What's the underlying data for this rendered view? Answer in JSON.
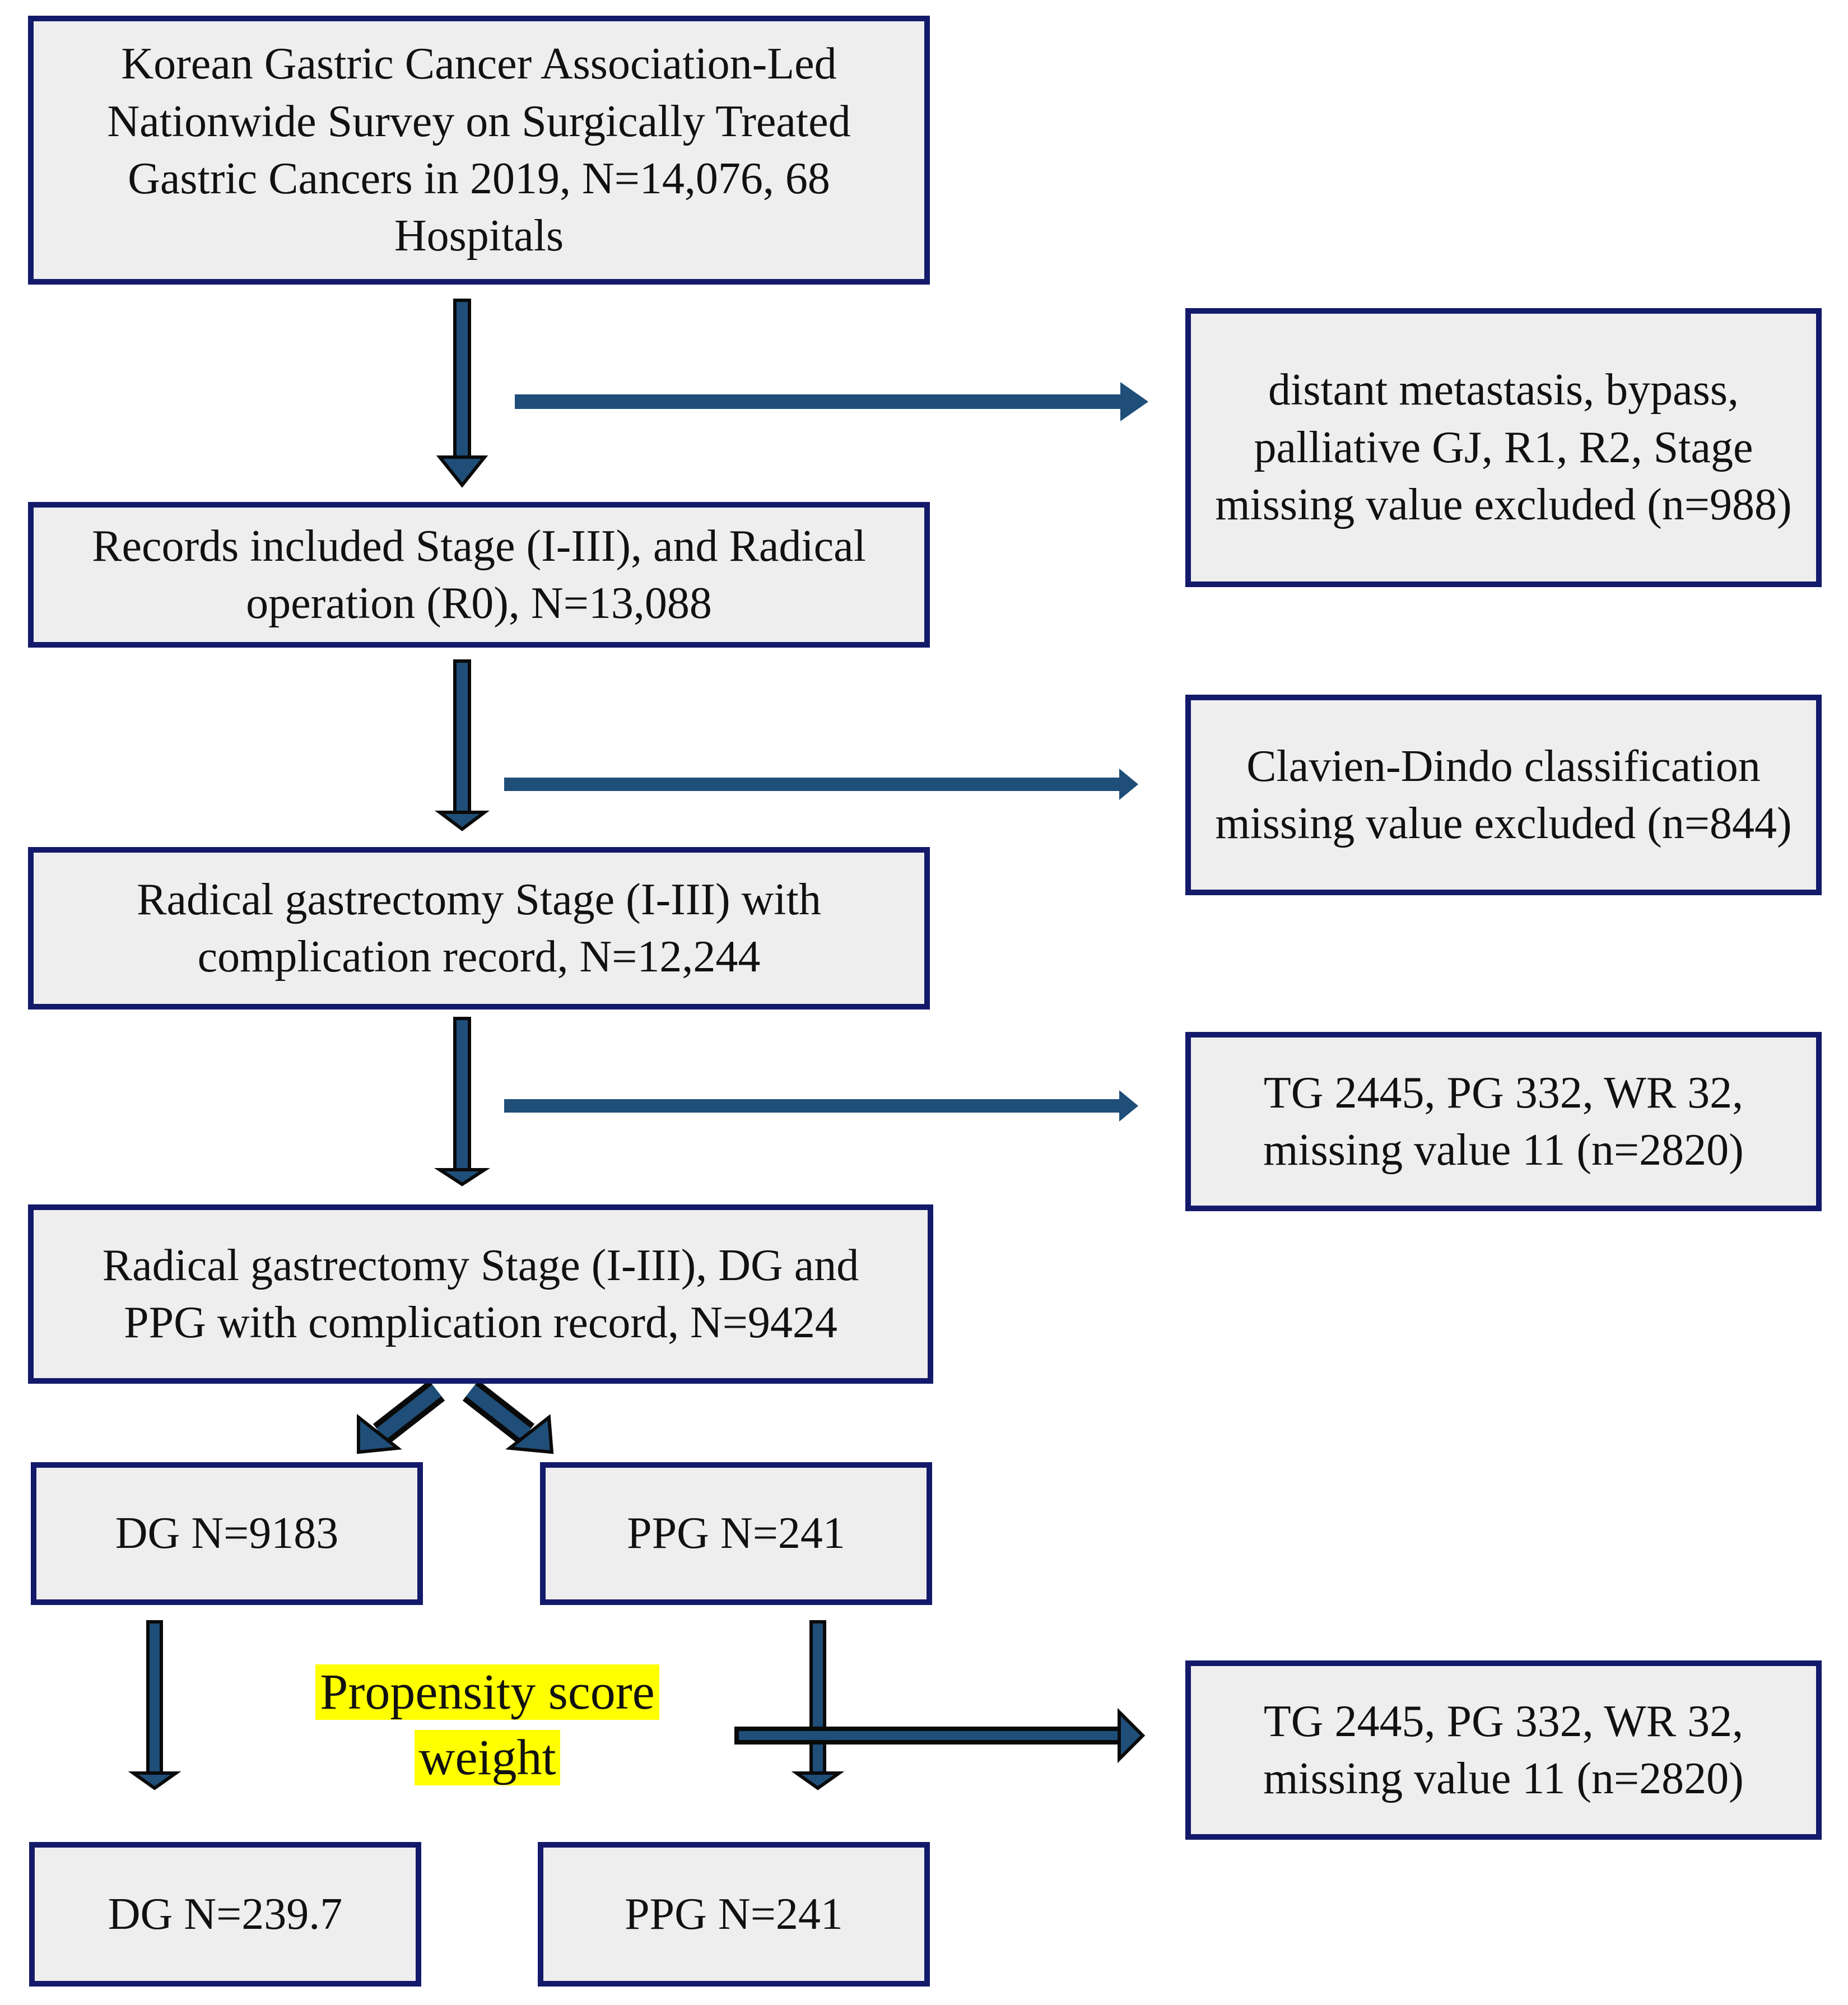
{
  "boxes": {
    "survey": "Korean Gastric Cancer Association-Led Nationwide Survey on Surgically Treated Gastric Cancers in 2019, N=14,076, 68 Hospitals",
    "records_included": "Records included Stage (I-III), and Radical operation (R0), N=13,088",
    "radical_complication": "Radical gastrectomy Stage (I-III) with complication record, N=12,244",
    "dg_ppg_complication": "Radical gastrectomy Stage (I-III), DG and PPG with complication record, N=9424",
    "dg_before": "DG N=9183",
    "ppg_before": "PPG N=241",
    "dg_after": "DG N=239.7",
    "ppg_after": "PPG N=241",
    "excluded_1": "distant metastasis, bypass, palliative GJ, R1, R2, Stage missing value  excluded (n=988)",
    "excluded_2": "Clavien-Dindo classification missing value excluded (n=844)",
    "excluded_3": "TG 2445, PG 332, WR 32, missing value 11 (n=2820)",
    "excluded_4": "TG 2445, PG 332, WR 32, missing value 11 (n=2820)"
  },
  "propensity_label": {
    "line1": "Propensity score",
    "line2": "weight"
  },
  "colors": {
    "box_border": "#141a6a",
    "box_fill": "#eeeeee",
    "arrow_fill": "#1f4e79",
    "arrow_outline": "#0a0a0a",
    "highlight": "#ffff00"
  }
}
